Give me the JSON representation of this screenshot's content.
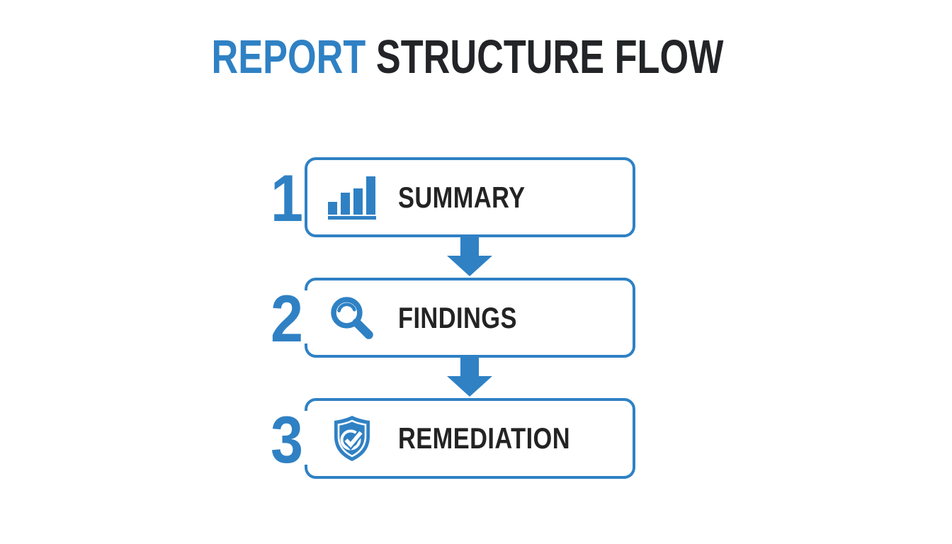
{
  "title": {
    "highlight": "REPORT",
    "rest": " STRUCTURE FLOW"
  },
  "steps": [
    {
      "number": "1",
      "label": "SUMMARY",
      "icon": "bar-chart-icon"
    },
    {
      "number": "2",
      "label": "FINDINGS",
      "icon": "search-icon"
    },
    {
      "number": "3",
      "label": "REMEDIATION",
      "icon": "shield-check-icon"
    }
  ],
  "colors": {
    "accent": "#2F81C4",
    "heading_dark": "#232428",
    "background": "#FFFFFF"
  }
}
